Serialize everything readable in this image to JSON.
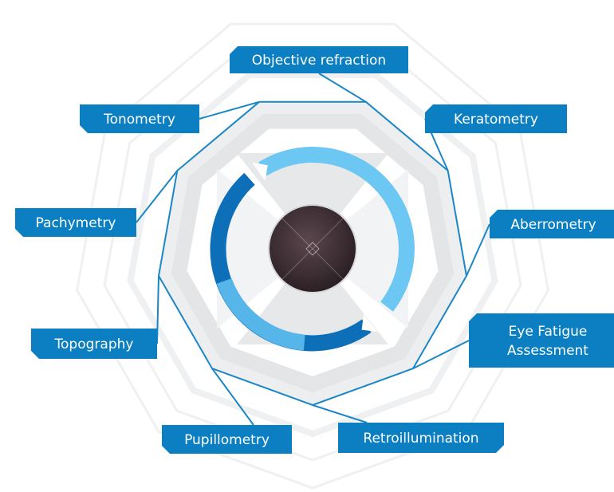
{
  "colors": {
    "label_bg": "#0b7fc1",
    "label_text": "#ffffff",
    "line": "#1b86c6",
    "ring_dark": "#0d6fb8",
    "ring_light": "#6cc7f2",
    "panel_gray": "#e4e5e7",
    "eye": "#3e3035"
  },
  "center": {
    "name": "eye-icon"
  },
  "labels": [
    {
      "id": "objective-refraction",
      "lines": [
        "Objective refraction"
      ]
    },
    {
      "id": "keratometry",
      "lines": [
        "Keratometry"
      ]
    },
    {
      "id": "aberrometry",
      "lines": [
        "Aberrometry"
      ]
    },
    {
      "id": "eye-fatigue-assessment",
      "lines": [
        "Eye Fatigue",
        "Assessment"
      ]
    },
    {
      "id": "retroillumination",
      "lines": [
        "Retroillumination"
      ]
    },
    {
      "id": "pupillometry",
      "lines": [
        "Pupillometry"
      ]
    },
    {
      "id": "topography",
      "lines": [
        "Topography"
      ]
    },
    {
      "id": "pachymetry",
      "lines": [
        "Pachymetry"
      ]
    },
    {
      "id": "tonometry",
      "lines": [
        "Tonometry"
      ]
    }
  ]
}
